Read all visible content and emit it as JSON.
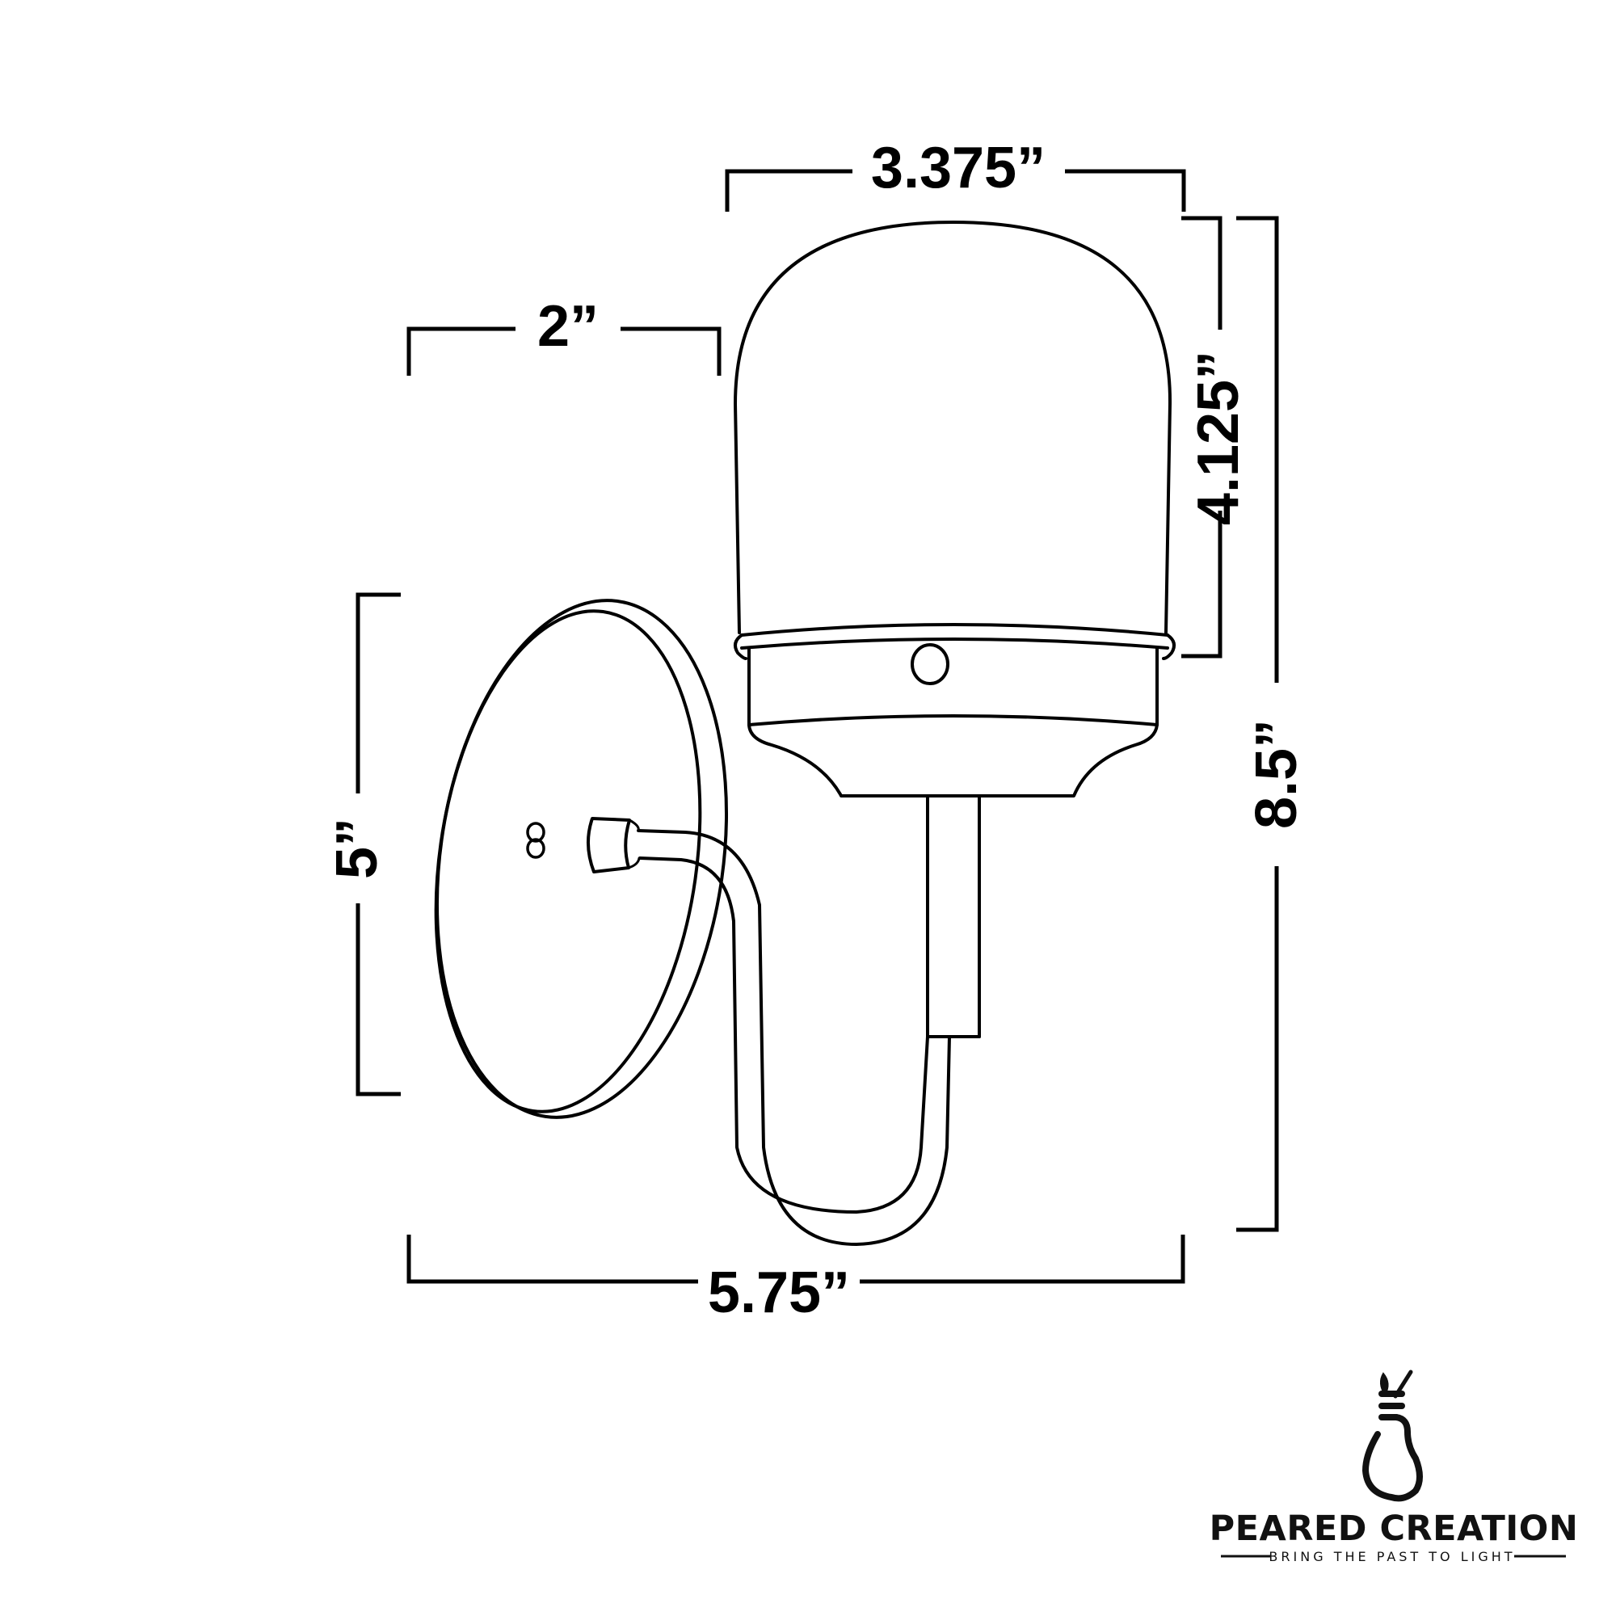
{
  "drawing": {
    "subject": "Wall sconce with dome glass shade",
    "line_color": "#000000",
    "background": "#ffffff"
  },
  "dimensions": {
    "shade_width": {
      "label": "3.375”",
      "orientation": "horizontal"
    },
    "arm_depth": {
      "label": "2”",
      "orientation": "horizontal"
    },
    "shade_height": {
      "label": "4.125”",
      "orientation": "vertical"
    },
    "total_height": {
      "label": "8.5”",
      "orientation": "vertical"
    },
    "backplate_height": {
      "label": "5”",
      "orientation": "vertical"
    },
    "total_depth": {
      "label": "5.75”",
      "orientation": "horizontal"
    }
  },
  "brand": {
    "name": "PEARED CREATION",
    "tagline": "BRING THE PAST TO LIGHT",
    "icon": "pear-lightbulb-icon"
  }
}
